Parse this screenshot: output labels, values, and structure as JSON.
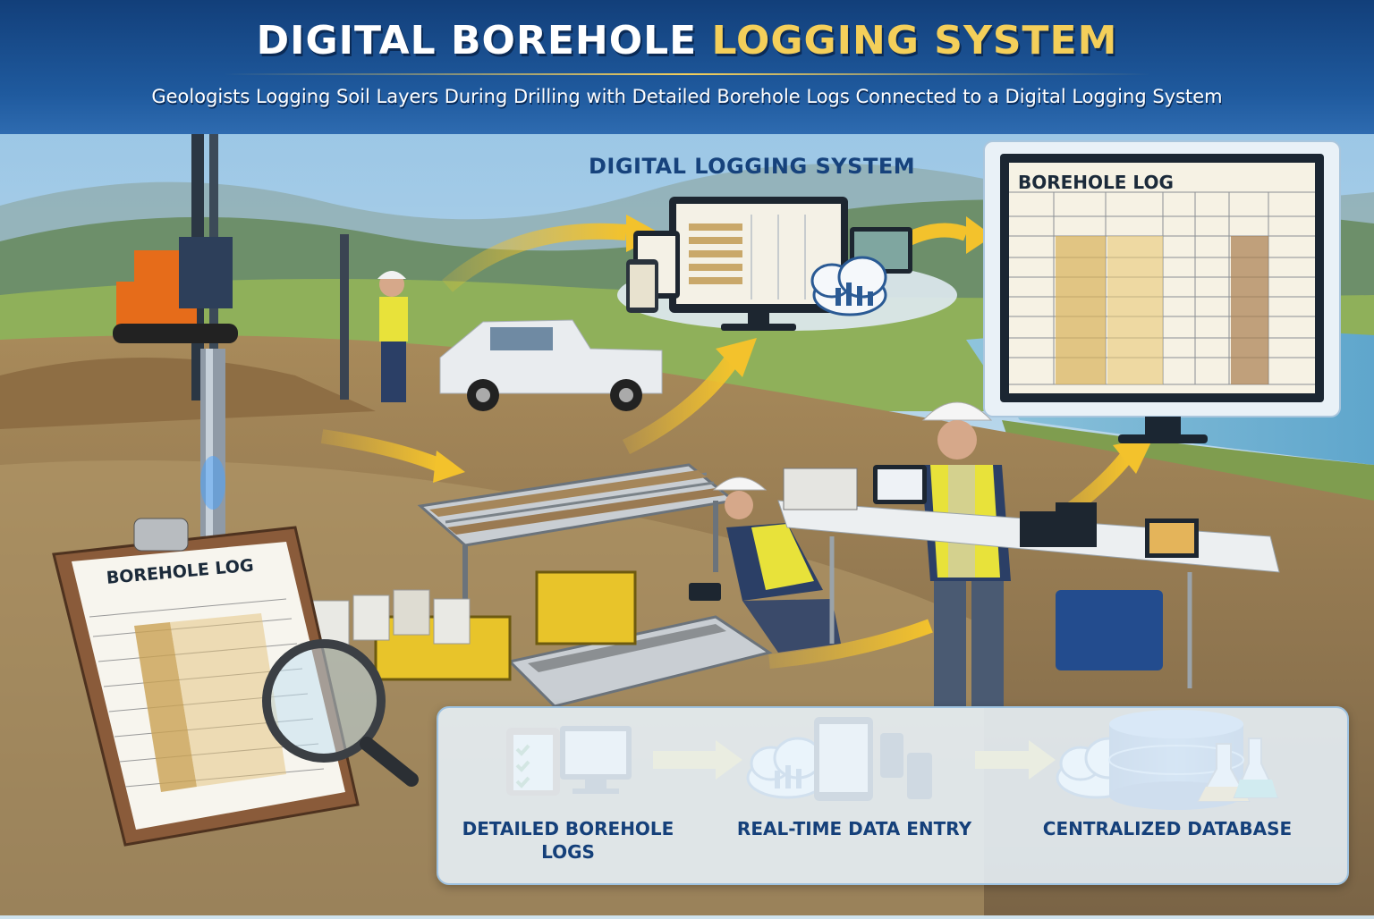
{
  "header": {
    "title_main": "DIGITAL BOREHOLE ",
    "title_accent": "LOGGING SYSTEM",
    "subtitle": "Geologists Logging Soil Layers During Drilling with Detailed Borehole Logs Connected to a Digital Logging System"
  },
  "system_label": "DIGITAL LOGGING SYSTEM",
  "monitor_log": {
    "title": "BOREHOLE LOG"
  },
  "clipboard_log": {
    "title": "BOREHOLE LOG"
  },
  "workflow": {
    "step1": "DETAILED BOREHOLE LOGS",
    "step2": "REAL-TIME DATA ENTRY",
    "step3": "CENTRALIZED DATABASE"
  },
  "colors": {
    "header_blue": "#1f5a9e",
    "accent_yellow": "#f4cf5a",
    "label_blue": "#15407a",
    "vest_yellow": "#e8e23a",
    "arrow_yellow": "#f3c22c"
  },
  "icons": [
    "cloud-icon",
    "checklist-clipboard-icon",
    "database-icon",
    "flask-icon",
    "tablet-icon",
    "phone-icon",
    "monitor-icon",
    "magnifier-icon"
  ]
}
